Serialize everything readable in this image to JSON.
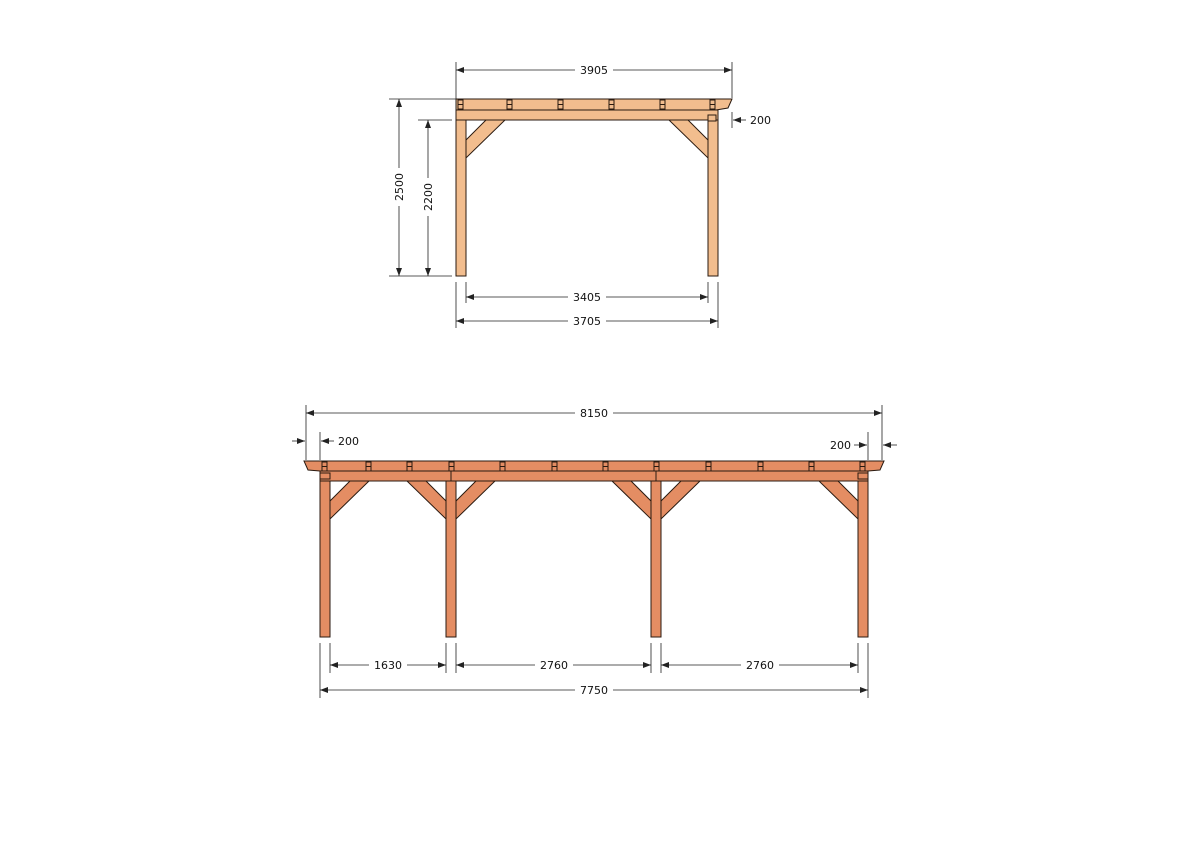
{
  "colors": {
    "side_view_wood": "#f2bd8e",
    "front_view_wood": "#e48d63",
    "outline": "#2a1a10",
    "dimension_line": "#222222"
  },
  "side_view": {
    "dimensions": {
      "roof_width": "3905",
      "overhang": "200",
      "total_height": "2500",
      "post_height": "2200",
      "inner_post_span": "3405",
      "outer_post_span": "3705"
    }
  },
  "front_view": {
    "dimensions": {
      "roof_length": "8150",
      "overhang_left": "200",
      "overhang_right": "200",
      "span_1": "1630",
      "span_2": "2760",
      "span_3": "2760",
      "total_post_span": "7750"
    }
  }
}
